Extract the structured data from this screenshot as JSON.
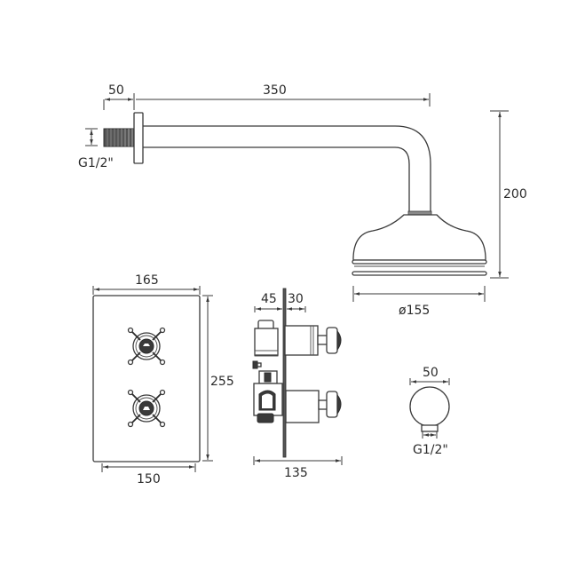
{
  "drawing": {
    "type": "technical-dimension-drawing",
    "subject": "thermostatic shower valve with fixed arm and head",
    "line_color": "#3a3a3a",
    "background": "#ffffff"
  },
  "shower_arm": {
    "wall_flange_depth": "50",
    "arm_length": "350",
    "inlet_thread": "G1/2\""
  },
  "shower_head": {
    "drop_height": "200",
    "diameter": "ø155"
  },
  "valve_front": {
    "plate_width": "165",
    "plate_height": "255",
    "plate_base_width": "150",
    "handle_count": 2
  },
  "valve_side": {
    "depth_behind_plate": "45",
    "depth_front_of_plate": "30",
    "total_depth": "135"
  },
  "outlet_elbow": {
    "diameter": "50",
    "thread": "G1/2\""
  }
}
